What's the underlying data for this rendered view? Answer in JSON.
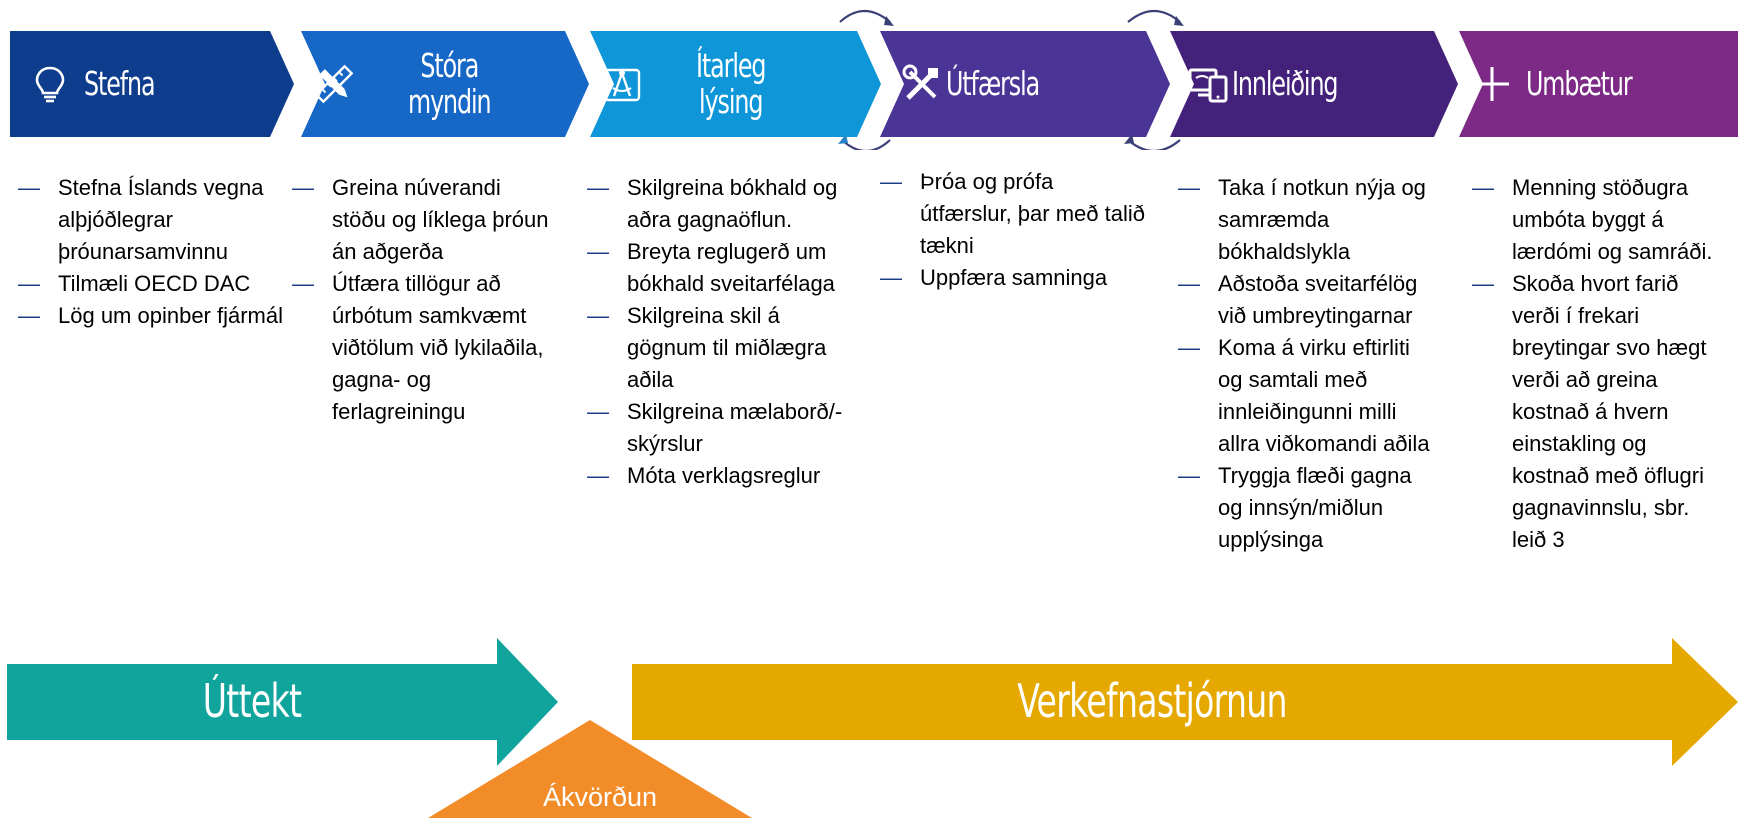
{
  "phases": [
    {
      "label": "Stefna",
      "icon": "lightbulb-icon",
      "color": "#0d3d8c"
    },
    {
      "label": "Stóra\nmyndin",
      "icon": "ruler-pencil-icon",
      "color": "#1767c6"
    },
    {
      "label": "Ítarleg\nlýsing",
      "icon": "drafting-compass-icon",
      "color": "#0e96d9"
    },
    {
      "label": "Útfærsla",
      "icon": "tools-icon",
      "color": "#4a3597"
    },
    {
      "label": "Innleiðing",
      "icon": "devices-icon",
      "color": "#44217a"
    },
    {
      "label": "Umbætur",
      "icon": "plus-icon",
      "color": "#7c2a86"
    }
  ],
  "columns": [
    {
      "items": [
        "Stefna Íslands vegna alþjóðlegrar þróunarsamvinnu",
        "Tilmæli OECD DAC",
        "Lög um opinber fjármál"
      ]
    },
    {
      "items": [
        "Greina núverandi stöðu og líklega þróun án aðgerða",
        "Útfæra tillögur að úrbótum samkvæmt viðtölum við lykilaðila, gagna- og ferlagreiningu"
      ]
    },
    {
      "items": [
        "Skilgreina bókhald og aðra gagnaöflun.",
        "Breyta reglugerð um bókhald sveitarfélaga",
        "Skilgreina skil á gögnum til miðlægra aðila",
        "Skilgreina mælaborð/-skýrslur",
        "Móta verklagsreglur"
      ]
    },
    {
      "items": [
        "Þróa og prófa útfærslur, þar með talið tækni",
        "Uppfæra samninga"
      ]
    },
    {
      "items": [
        "Taka í notkun nýja og samræmda bókhaldslykla",
        "Aðstoða sveitarfélög við umbreytingarnar",
        "Koma á virku eftirliti og samtali með innleiðingunni milli allra viðkomandi aðila",
        "Tryggja flæði gagna og innsýn/miðlun upplýsinga"
      ]
    },
    {
      "items": [
        "Menning stöðugra umbóta byggt á lærdómi og samráði.",
        "Skoða hvort farið verði í frekari breytingar svo hægt verði að greina kostnað á hvern einstakling og kostnað með öflugri gagnavinnslu, sbr. leið 3"
      ]
    }
  ],
  "bottom": {
    "left_label": "Úttekt",
    "left_color": "#10a49d",
    "right_label": "Verkefnastjórnun",
    "right_color": "#e5a800",
    "decision_label": "Ákvörðun",
    "decision_color": "#f28c28"
  }
}
